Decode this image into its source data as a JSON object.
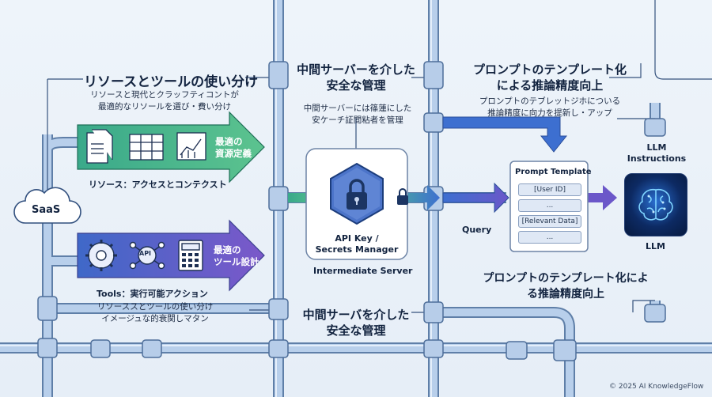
{
  "section_left": {
    "title": "リソースとツールの使い分け",
    "subtitle_line1": "リソースと現代とクラッフティコントが",
    "subtitle_line2": "最適的なリソールを選び・費い分け"
  },
  "section_mid_top": {
    "title_line1": "中間サーバーを介した",
    "title_line2": "安全な管理",
    "sub_line1": "中間サーバーには篠蓮にした",
    "sub_line2": "安ケーチ証閲粘者を管理"
  },
  "section_right_top": {
    "title_line1": "プロンプトのテンプレート化",
    "title_line2": "による推論精度向上",
    "sub_line1": "プロンプトのテブレットジホについる",
    "sub_line2": "推論精度に向力を提新し・アップ"
  },
  "resource_arrow": {
    "line1": "最適の",
    "line2": "資源定義",
    "caption": "リソース：アクセスとコンテクスト"
  },
  "tools_arrow": {
    "api_badge": "API",
    "line1": "最適の",
    "line2": "ツール設計",
    "caption": "Tools：実行可能アクション"
  },
  "tools_note": {
    "line1": "リソーススとツールの使い分け",
    "line2": "イメージュな的衰関しマタン"
  },
  "saas_label": "SaaS",
  "server": {
    "label_line1": "API Key /",
    "label_line2": "Secrets Manager",
    "caption": "Intermediate Server"
  },
  "query_label": "Query",
  "prompt_template": {
    "title": "Prompt Template",
    "rows": [
      "[User ID]",
      "...",
      "[Relevant Data]",
      "..."
    ]
  },
  "llm_instructions": {
    "line1": "LLM",
    "line2": "Instructions"
  },
  "llm_label": "LLM",
  "section_right_bottom": {
    "line1": "プロンプトのテンプレート化によ",
    "line2": "る推論精度向上"
  },
  "section_mid_bottom": {
    "line1": "中間サーバを介した",
    "line2": "安全な管理"
  },
  "copyright": "© 2025 AI KnowledgeFlow",
  "colors": {
    "pipe": "#a9c3e3",
    "pipe_edge": "#5f7fa8",
    "green": "#2f9d7a",
    "purple": "#6b57c9",
    "blue": "#3d6fd0"
  }
}
